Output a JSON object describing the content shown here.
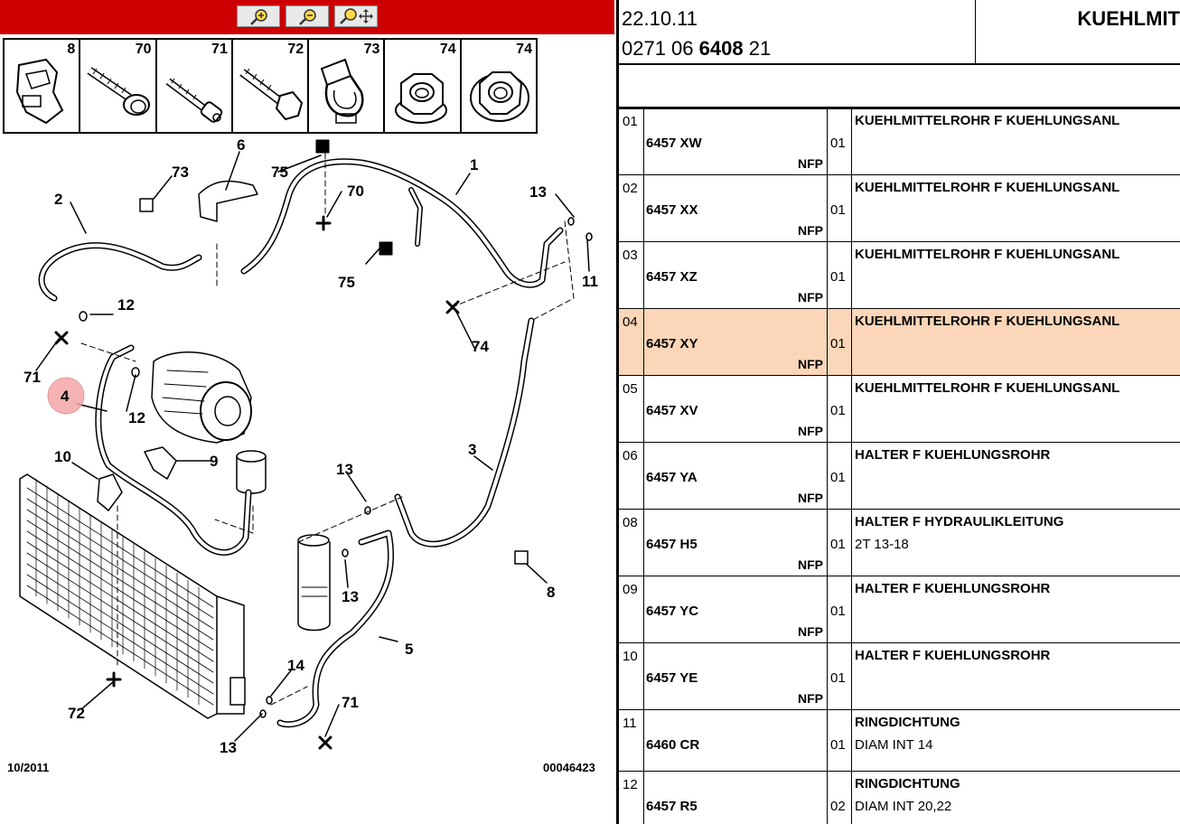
{
  "toolbar": {
    "zoom_in_icon": "zoom-in-icon",
    "zoom_out_icon": "zoom-out-icon",
    "pan_icon": "pan-zoom-icon",
    "color": "#cc0000"
  },
  "thumbnails": [
    {
      "num": "8"
    },
    {
      "num": "70"
    },
    {
      "num": "71"
    },
    {
      "num": "72"
    },
    {
      "num": "73"
    },
    {
      "num": "74"
    },
    {
      "num": "74"
    }
  ],
  "diagram": {
    "callouts": [
      "1",
      "2",
      "3",
      "4",
      "5",
      "6",
      "8",
      "9",
      "10",
      "11",
      "12",
      "12",
      "13",
      "13",
      "13",
      "13",
      "14",
      "70",
      "71",
      "71",
      "72",
      "73",
      "74",
      "75",
      "75"
    ],
    "highlight_color": "#f4a6a6",
    "date": "10/2011",
    "code": "00046423"
  },
  "header": {
    "date": "22.10.11",
    "ref_prefix": "0271 06 ",
    "ref_bold": "6408",
    "ref_suffix": " 21",
    "title": "KUEHLMIT"
  },
  "parts": [
    {
      "pos": "01",
      "ref": "6457 XW",
      "nfp": "NFP",
      "qty": "01",
      "desc": "KUEHLMITTELROHR F KUEHLUNGSANL",
      "sub": "",
      "selected": false
    },
    {
      "pos": "02",
      "ref": "6457 XX",
      "nfp": "NFP",
      "qty": "01",
      "desc": "KUEHLMITTELROHR F KUEHLUNGSANL",
      "sub": "",
      "selected": false
    },
    {
      "pos": "03",
      "ref": "6457 XZ",
      "nfp": "NFP",
      "qty": "01",
      "desc": "KUEHLMITTELROHR F KUEHLUNGSANL",
      "sub": "",
      "selected": false
    },
    {
      "pos": "04",
      "ref": "6457 XY",
      "nfp": "NFP",
      "qty": "01",
      "desc": "KUEHLMITTELROHR F KUEHLUNGSANL",
      "sub": "",
      "selected": true
    },
    {
      "pos": "05",
      "ref": "6457 XV",
      "nfp": "NFP",
      "qty": "01",
      "desc": "KUEHLMITTELROHR F KUEHLUNGSANL",
      "sub": "",
      "selected": false
    },
    {
      "pos": "06",
      "ref": "6457 YA",
      "nfp": "NFP",
      "qty": "01",
      "desc": "HALTER F KUEHLUNGSROHR",
      "sub": "",
      "selected": false
    },
    {
      "pos": "08",
      "ref": "6457 H5",
      "nfp": "NFP",
      "qty": "01",
      "desc": "HALTER F HYDRAULIKLEITUNG",
      "sub": "2T 13-18",
      "selected": false
    },
    {
      "pos": "09",
      "ref": "6457 YC",
      "nfp": "NFP",
      "qty": "01",
      "desc": "HALTER F KUEHLUNGSROHR",
      "sub": "",
      "selected": false
    },
    {
      "pos": "10",
      "ref": "6457 YE",
      "nfp": "NFP",
      "qty": "01",
      "desc": "HALTER F KUEHLUNGSROHR",
      "sub": "",
      "selected": false
    },
    {
      "pos": "11",
      "ref": "6460 CR",
      "nfp": "",
      "qty": "01",
      "desc": "RINGDICHTUNG",
      "sub": "DIAM INT 14",
      "selected": false
    },
    {
      "pos": "12",
      "ref": "6457 R5",
      "nfp": "",
      "qty": "02",
      "desc": "RINGDICHTUNG",
      "sub": "DIAM INT 20,22",
      "selected": false
    }
  ]
}
